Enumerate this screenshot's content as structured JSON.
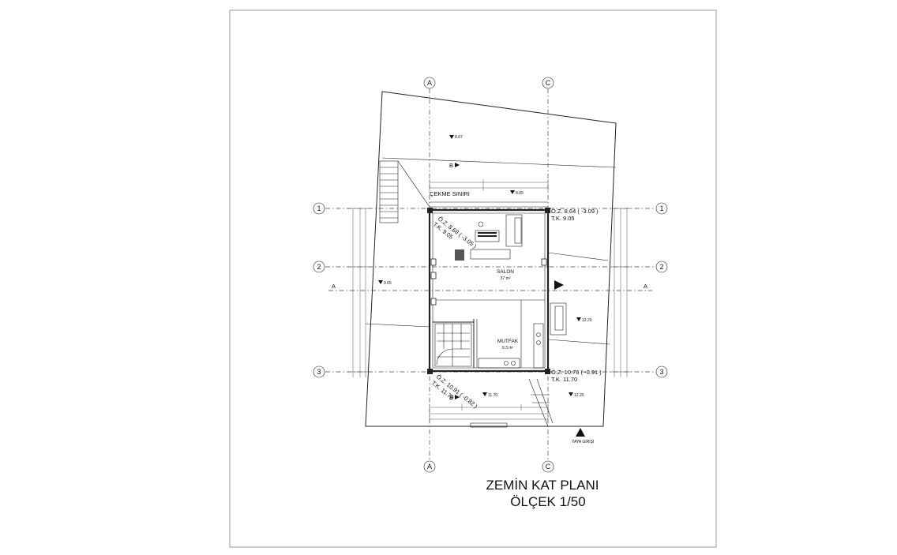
{
  "drawing": {
    "title_line1": "ZEMİN KAT PLANI",
    "title_line2": "ÖLÇEK 1/50",
    "setback_label": "ÇEKME SINIRI",
    "entrance_label": "YAYA GİRİŞİ"
  },
  "axes": {
    "columns": [
      "A",
      "C"
    ],
    "rows": [
      "1",
      "2",
      "3"
    ]
  },
  "section_marks": {
    "vertical": "B",
    "horizontal": "A"
  },
  "rooms": [
    {
      "name": "SALON",
      "area": "37 m²"
    },
    {
      "name": "MUTFAK",
      "area": "9.3 m²"
    }
  ],
  "levels": {
    "top_left_dz": "Ö.Z. 8.68 ( -3.05 )",
    "top_left_tk": "T.K. 9.05",
    "top_right_dz": "Ö.Z. 8.64 ( -3.09 )",
    "top_right_tk": "T.K. 9.05",
    "bottom_left_dz": "Ö.Z. 10.91 ( -0.82 )",
    "bottom_left_tk": "T.K. 11.70",
    "bottom_right_dz": "Ö.Z. 10.76 ( -0.91 )",
    "bottom_right_tk": "T.K. 11.70",
    "north_spot": "8.97",
    "front_spot": "8.05",
    "left_spot": "9.05",
    "right_spot": "12.20",
    "bottom_spot": "11.70",
    "bottom_right_spot": "12.20"
  }
}
